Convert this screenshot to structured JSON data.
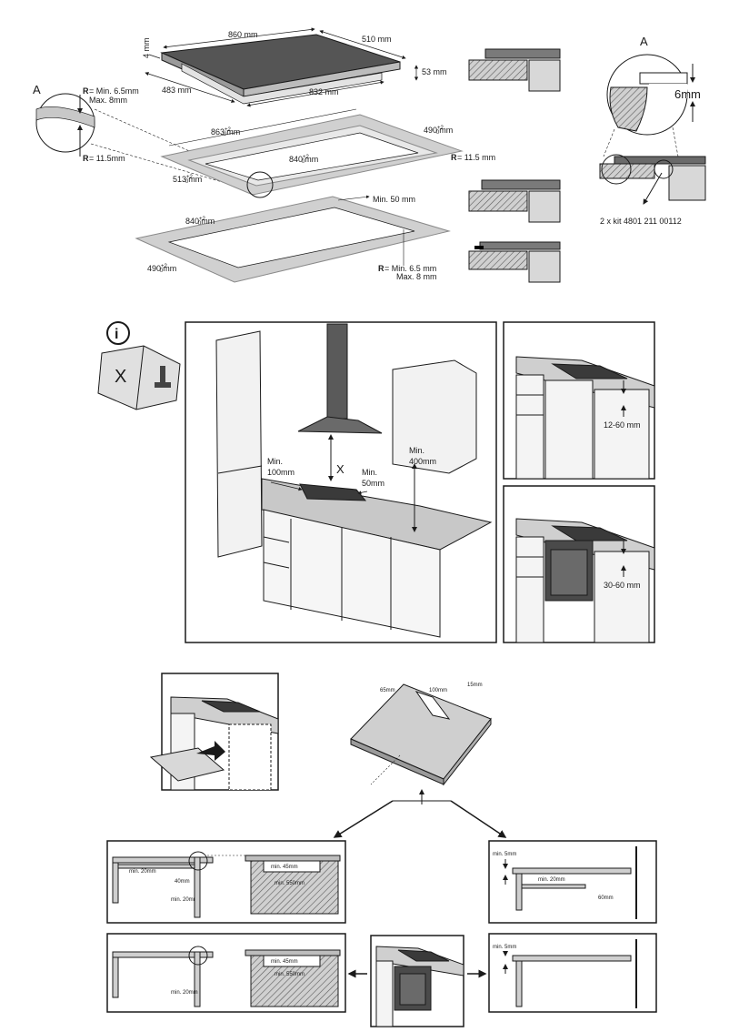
{
  "hob": {
    "width": "860 mm",
    "depth": "510 mm",
    "thickness": "4 mm",
    "side_depth": "483 mm",
    "inner_width": "832 mm",
    "edge_height": "53 mm"
  },
  "detail_a": {
    "letter": "A",
    "r_prefix": "R",
    "r_top_line1": "= Min. 6.5mm",
    "r_top_line2": "Max. 8mm",
    "r_bottom": "= 11.5mm"
  },
  "cutout_rebate": {
    "width_main": "863",
    "width_tol_top": "+2",
    "width_tol_bot": "0",
    "width_unit": "mm",
    "depth_main": "490",
    "depth_tol_top": "+2",
    "depth_tol_bot": "0",
    "depth_unit": "mm",
    "inner_main": "840",
    "inner_tol_top": "+2",
    "inner_tol_bot": "0",
    "inner_unit": "mm",
    "side_main": "513",
    "side_tol_top": "+2",
    "side_tol_bot": "0",
    "side_unit": "mm",
    "r_label": "R",
    "r_value": "= 11.5 mm"
  },
  "cutout_flat": {
    "min_label": "Min. 50 mm",
    "width_main": "840",
    "width_tol_top": "+2",
    "width_tol_bot": "0",
    "width_unit": "mm",
    "depth_main": "490",
    "depth_tol_top": "+2",
    "depth_tol_bot": "0",
    "depth_unit": "mm",
    "r_label": "R",
    "r_value_line1": "= Min. 6.5 mm",
    "r_value_line2": "Max. 8 mm"
  },
  "detail_a_right": {
    "letter": "A",
    "gap": "6mm",
    "kit": "2 x kit 4801 211 00112"
  },
  "kitchen": {
    "info_icon": "i",
    "book_letter": "X",
    "min_100": "Min.",
    "min_100b": "100mm",
    "x_label": "X",
    "min_50": "Min.",
    "min_50b": "50mm",
    "min_400": "Min.",
    "min_400b": "400mm"
  },
  "side_panels": {
    "top_label": "12-60 mm",
    "bottom_label": "30-60 mm"
  },
  "cut_panel": {
    "d65": "65mm",
    "d100": "100mm",
    "d15": "15mm"
  },
  "ventilation": {
    "min20": "min. 20mm",
    "d40": "40mm",
    "min45": "min. 45mm",
    "min550": "min. 550mm",
    "min5": "min. 5mm",
    "d60": "60mm"
  },
  "colors": {
    "line": "#1a1a1a",
    "grey_light": "#d9d9d9",
    "grey_mid": "#bfbfbf",
    "grey_dark": "#4d4d4d",
    "hatch": "#8c8c8c"
  }
}
